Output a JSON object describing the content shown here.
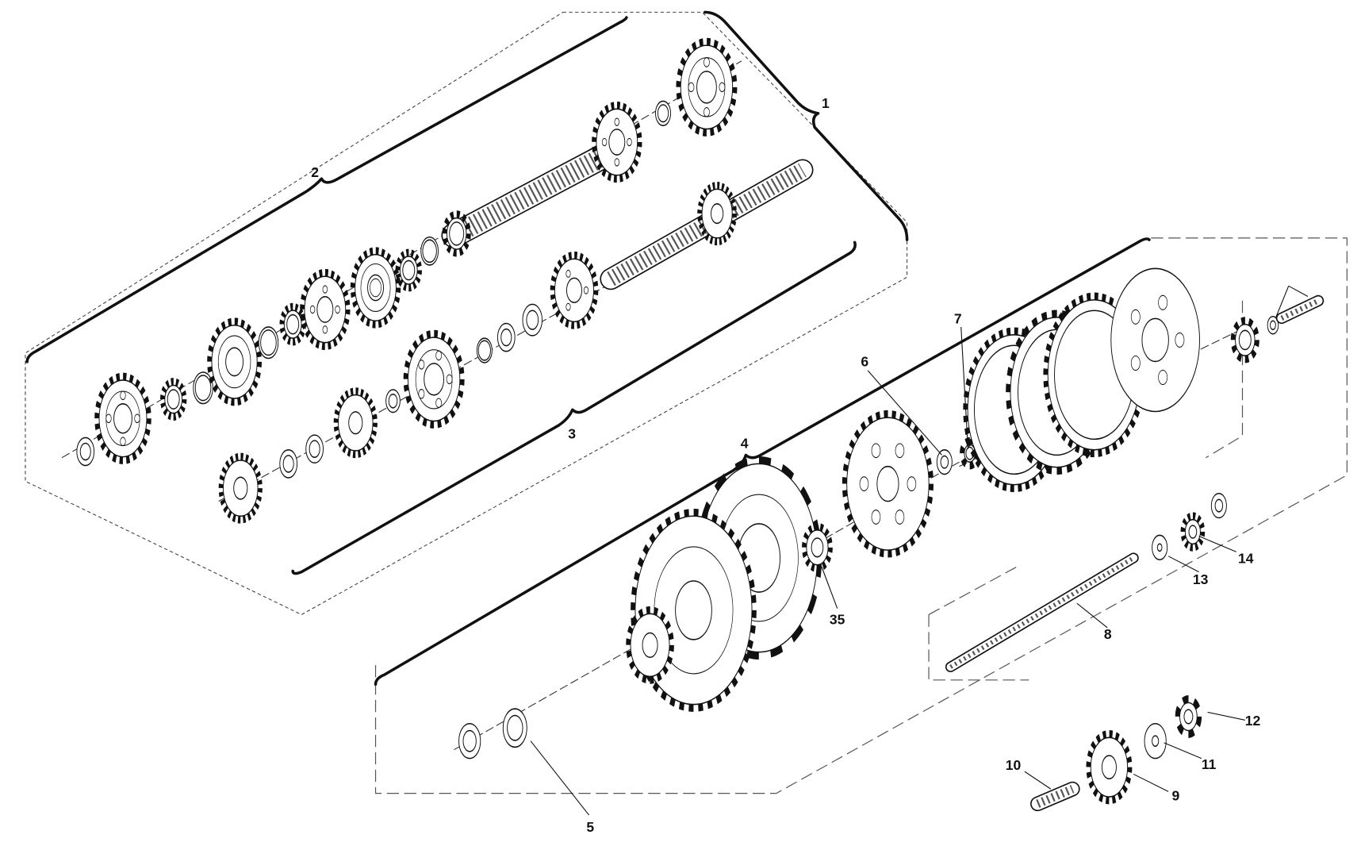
{
  "diagram": {
    "type": "exploded parts diagram",
    "callouts": {
      "c1": "1",
      "c2": "2",
      "c3": "3",
      "c4": "4",
      "c5": "5",
      "c6": "6",
      "c7": "7",
      "c8": "8",
      "c9": "9",
      "c10": "10",
      "c11": "11",
      "c12": "12",
      "c13": "13",
      "c14": "14",
      "c35": "35"
    }
  }
}
